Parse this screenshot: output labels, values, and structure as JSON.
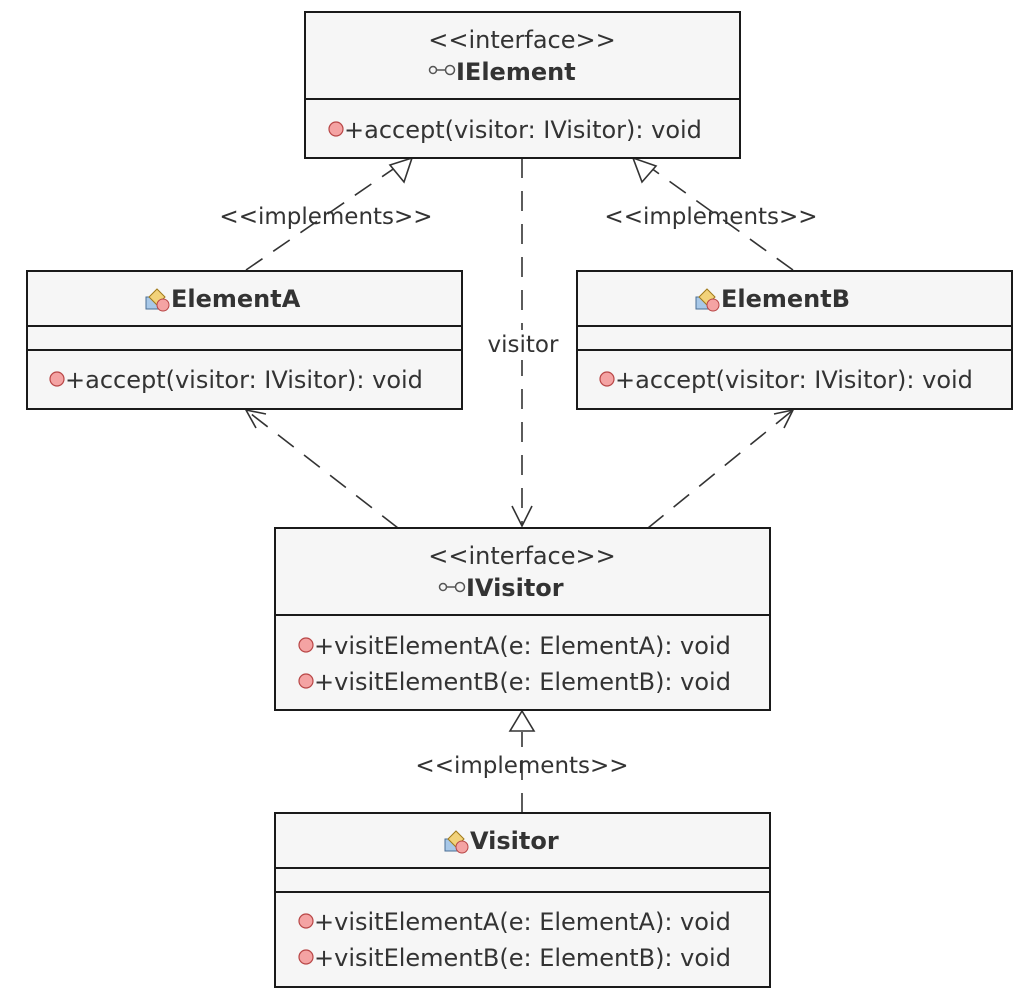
{
  "classes": {
    "ielement": {
      "stereotype": "<<interface>>",
      "name": "IElement",
      "kind": "interface",
      "attributes": [],
      "methods": [
        "+accept(visitor: IVisitor): void"
      ]
    },
    "element_a": {
      "name": "ElementA",
      "kind": "class",
      "attributes": [],
      "methods": [
        "+accept(visitor: IVisitor): void"
      ]
    },
    "element_b": {
      "name": "ElementB",
      "kind": "class",
      "attributes": [],
      "methods": [
        "+accept(visitor: IVisitor): void"
      ]
    },
    "ivisitor": {
      "stereotype": "<<interface>>",
      "name": "IVisitor",
      "kind": "interface",
      "attributes": [],
      "methods": [
        "+visitElementA(e: ElementA): void",
        "+visitElementB(e: ElementB): void"
      ]
    },
    "visitor": {
      "name": "Visitor",
      "kind": "class",
      "attributes": [],
      "methods": [
        "+visitElementA(e: ElementA): void",
        "+visitElementB(e: ElementB): void"
      ]
    }
  },
  "relations": [
    {
      "from": "ElementA",
      "to": "IElement",
      "type": "realization",
      "label": "<<implements>>"
    },
    {
      "from": "ElementB",
      "to": "IElement",
      "type": "realization",
      "label": "<<implements>>"
    },
    {
      "from": "IElement",
      "to": "IVisitor",
      "type": "dependency",
      "label": "visitor"
    },
    {
      "from": "IVisitor",
      "to": "ElementA",
      "type": "dependency",
      "label": ""
    },
    {
      "from": "IVisitor",
      "to": "ElementB",
      "type": "dependency",
      "label": ""
    },
    {
      "from": "Visitor",
      "to": "IVisitor",
      "type": "realization",
      "label": "<<implements>>"
    }
  ],
  "colors": {
    "box_fill": "#f6f6f6",
    "box_stroke": "#1a1a1a",
    "text": "#333333",
    "method_dot": "#f4a3a3",
    "method_dot_stroke": "#b84646"
  },
  "icons": {
    "interface": "interface-lollipop-icon",
    "class": "class-shapes-icon",
    "method": "public-method-dot-icon"
  }
}
